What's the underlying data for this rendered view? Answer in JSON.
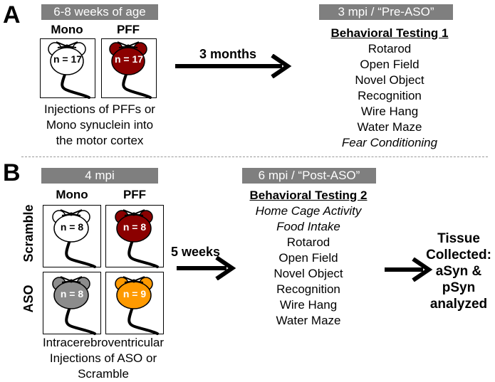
{
  "panel_a": {
    "letter": "A",
    "age_banner": "6-8 weeks of age",
    "col_mono": "Mono",
    "col_pff": "PFF",
    "mono_n": "n = 17",
    "pff_n": "n = 17",
    "caption_lines": [
      "Injections of PFFs or",
      "Mono synuclein into",
      "the motor cortex"
    ],
    "arrow_label": "3 months",
    "timepoint_banner": "3 mpi / “Pre-ASO”",
    "testing_title": "Behavioral Testing 1",
    "tests": [
      {
        "text": "Rotarod",
        "italic": false
      },
      {
        "text": "Open Field",
        "italic": false
      },
      {
        "text": "Novel Object",
        "italic": false
      },
      {
        "text": "Recognition",
        "italic": false
      },
      {
        "text": "Wire Hang",
        "italic": false
      },
      {
        "text": "Water Maze",
        "italic": false
      },
      {
        "text": "Fear Conditioning",
        "italic": true
      }
    ]
  },
  "panel_b": {
    "letter": "B",
    "time_banner": "4 mpi",
    "col_mono": "Mono",
    "col_pff": "PFF",
    "row_scramble": "Scramble",
    "row_aso": "ASO",
    "scramble_mono_n": "n = 8",
    "scramble_pff_n": "n = 8",
    "aso_mono_n": "n = 8",
    "aso_pff_n": "n = 9",
    "caption_lines": [
      "Intracerebroventricular",
      "Injections of ASO or",
      "Scramble"
    ],
    "arrow_label": "5 weeks",
    "timepoint_banner": "6 mpi / “Post-ASO”",
    "testing_title": "Behavioral Testing 2",
    "tests": [
      {
        "text": "Home Cage Activity",
        "italic": true
      },
      {
        "text": "Food Intake",
        "italic": true
      },
      {
        "text": "Rotarod",
        "italic": false
      },
      {
        "text": "Open Field",
        "italic": false
      },
      {
        "text": "Novel Object",
        "italic": false
      },
      {
        "text": "Recognition",
        "italic": false
      },
      {
        "text": "Wire Hang",
        "italic": false
      },
      {
        "text": "Water Maze",
        "italic": false
      }
    ],
    "tissue_lines": [
      "Tissue",
      "Collected:",
      "aSyn &",
      "pSyn",
      "analyzed"
    ]
  },
  "colors": {
    "banner_gray": "#7f7f7f",
    "mouse_mono_white": "#ffffff",
    "mouse_pff_red": "#8b0000",
    "mouse_aso_mono_gray": "#8c8c8c",
    "mouse_aso_pff_orange": "#ff9a00"
  }
}
